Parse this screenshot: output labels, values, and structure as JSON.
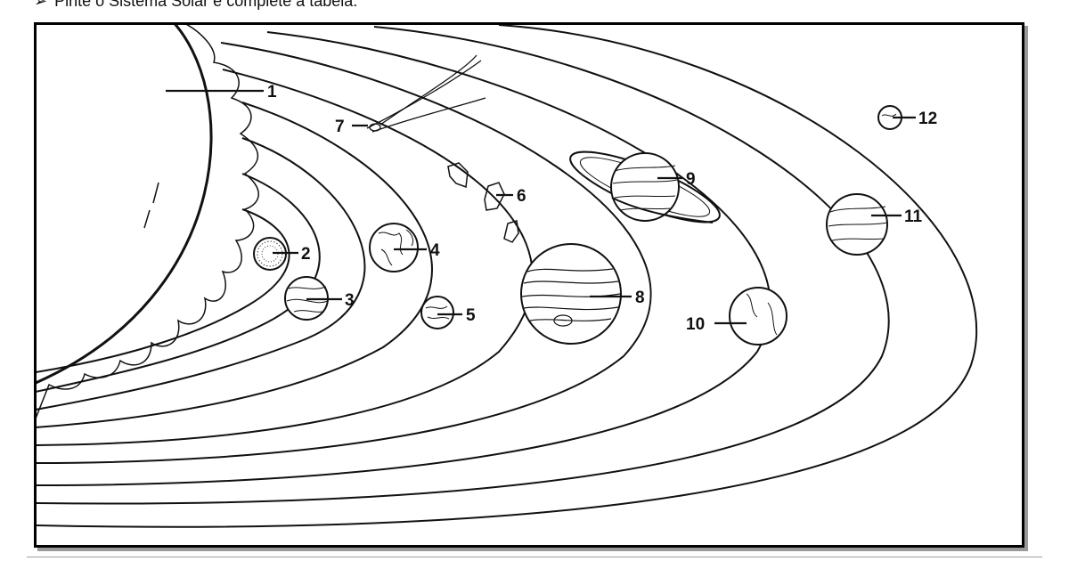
{
  "instruction": {
    "bullet": "➢",
    "text": "Pinte o Sistema Solar e complete a tabela."
  },
  "labels": {
    "sun": "1",
    "mercury": "2",
    "venus": "3",
    "earth": "4",
    "mars": "5",
    "asteroids": "6",
    "comet": "7",
    "jupiter": "8",
    "saturn": "9",
    "uranus": "10",
    "neptune": "11",
    "pluto": "12"
  }
}
